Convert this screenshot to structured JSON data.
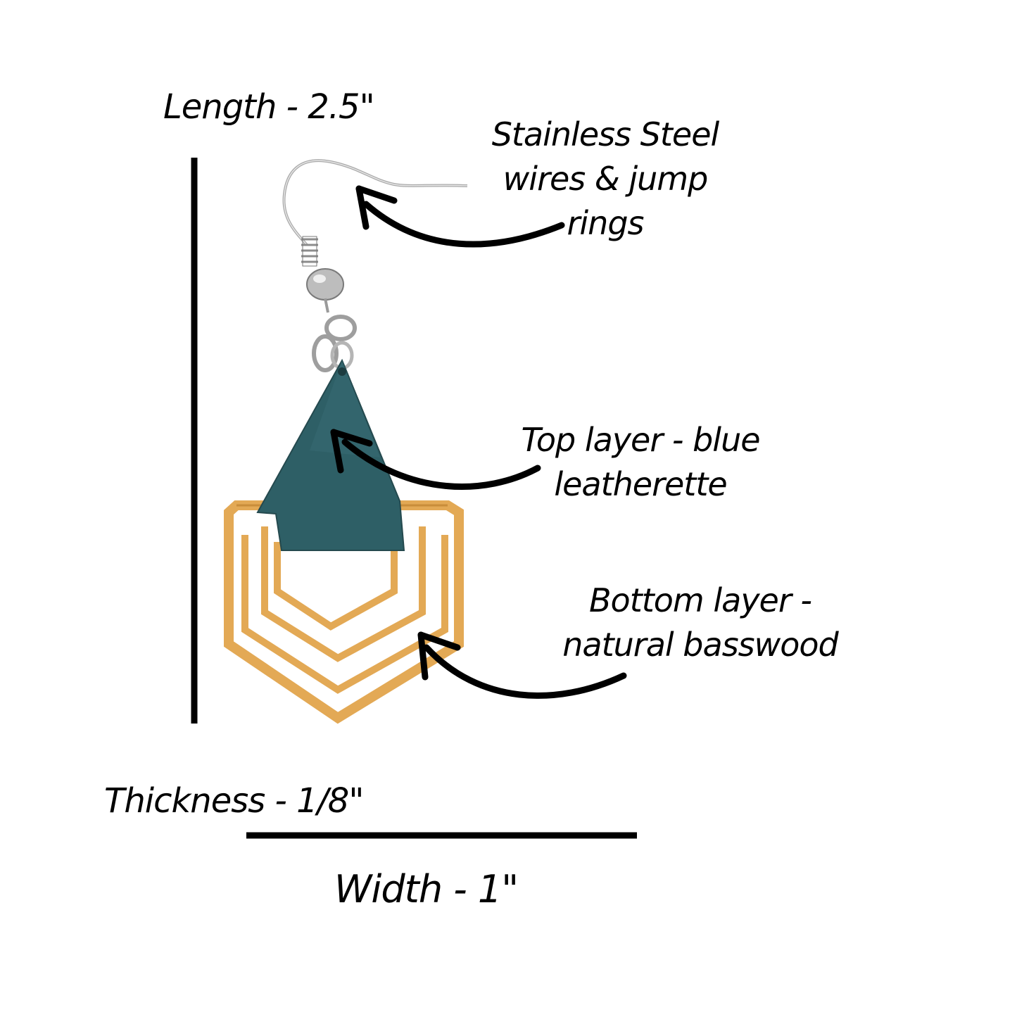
{
  "dimensions": {
    "length_label": "Length - 2.5\"",
    "thickness_label": "Thickness - 1/8\"",
    "width_label": "Width - 1\""
  },
  "callouts": {
    "hardware": {
      "line1": "Stainless Steel",
      "line2": "wires & jump",
      "line3": "rings"
    },
    "top_layer": {
      "line1": "Top layer - blue",
      "line2": "leatherette"
    },
    "bottom_layer": {
      "line1": "Bottom layer -",
      "line2": "natural basswood"
    }
  },
  "colors": {
    "background": "#ffffff",
    "ink": "#000000",
    "leatherette": "#2e5f66",
    "basswood": "#e3a955",
    "steel": "#b8b8b8"
  }
}
